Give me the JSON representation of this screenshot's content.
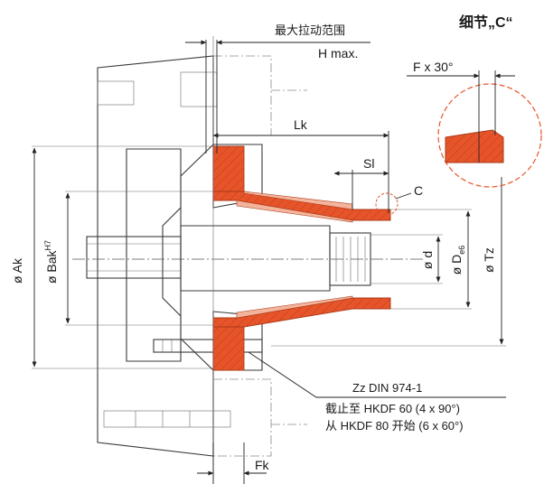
{
  "detail_title": "细节„C“",
  "range_caption": "最大拉动范围",
  "h_max": "H max.",
  "chamfer": "F x 30°",
  "lk": "Lk",
  "sl": "Sl",
  "c": "C",
  "ak": "ø Ak",
  "bak_main": "ø Bak",
  "bak_sup": "H7",
  "d": "ø d",
  "de_main": "ø D",
  "de_sub": "e6",
  "tz": "ø Tz",
  "zz": "Zz DIN 974-1",
  "note1": "截止至 HKDF 60 (4 x 90°)",
  "note2": "从 HKDF 80 开始 (6 x 60°)",
  "fk": "Fk",
  "colors": {
    "accent": "#e8542a",
    "accent_light": "#f3b49b",
    "line": "#3a3a3a"
  }
}
